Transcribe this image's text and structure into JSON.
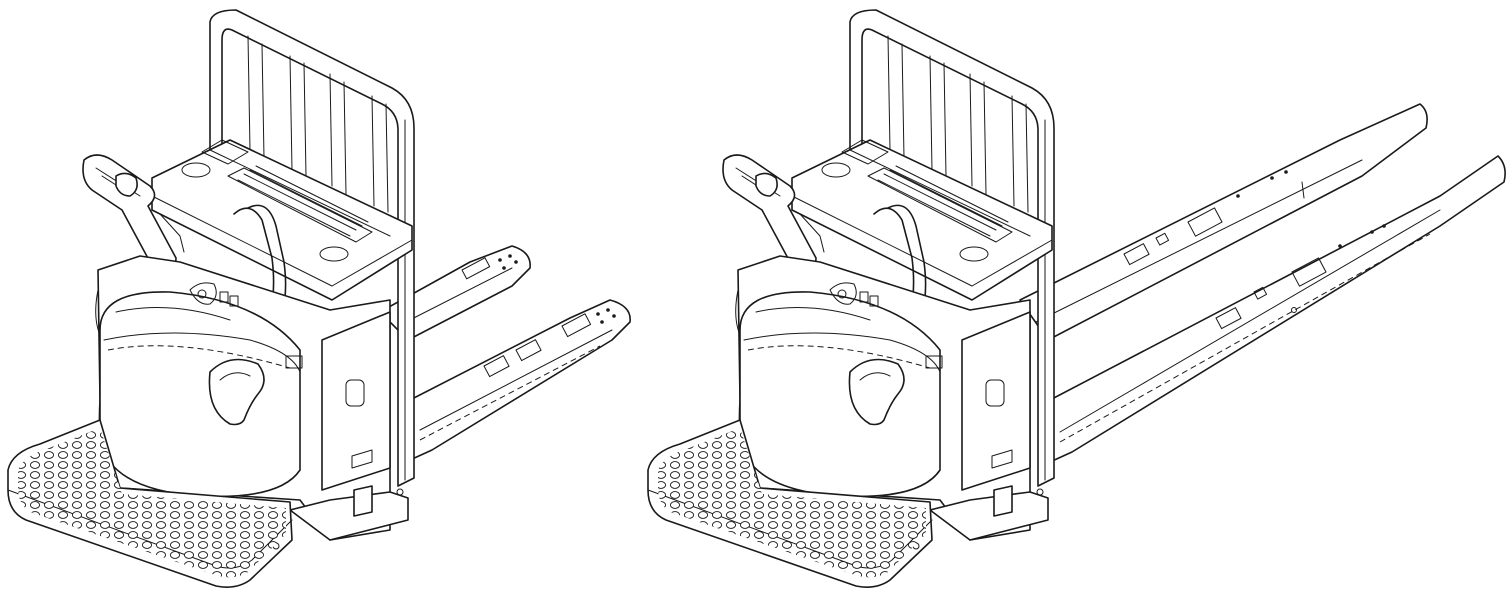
{
  "figure": {
    "panels": [
      {
        "id": "short-forks",
        "fork_length": "short"
      },
      {
        "id": "long-forks",
        "fork_length": "long"
      }
    ]
  },
  "colors": {
    "line": "#1a1a1a",
    "background": "#ffffff"
  }
}
